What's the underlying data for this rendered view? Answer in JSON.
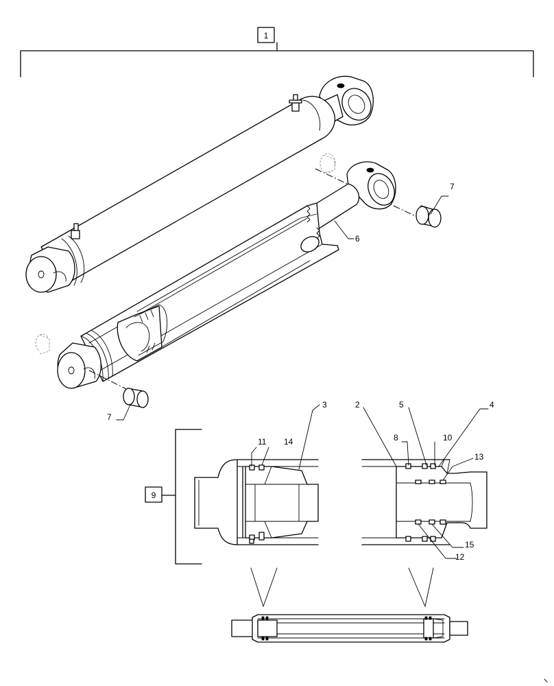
{
  "callouts": {
    "item1": "1",
    "item2": "2",
    "item3": "3",
    "item4": "4",
    "item5": "5",
    "item6": "6",
    "item7_upper": "7",
    "item7_lower": "7",
    "item8": "8",
    "item9": "9",
    "item10": "10",
    "item11": "11",
    "item12": "12",
    "item13": "13",
    "item14": "14",
    "item15": "15"
  }
}
